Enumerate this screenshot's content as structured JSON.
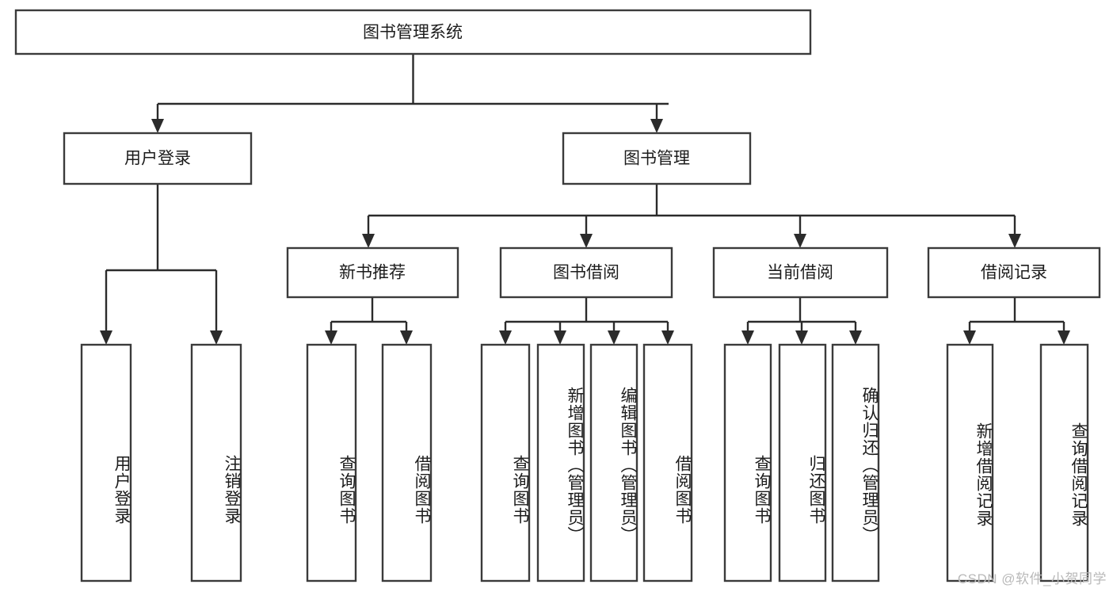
{
  "diagram": {
    "type": "hierarchy-tree",
    "title": "图书管理系统",
    "watermark": "CSDN @软件_小贺同学",
    "colors": {
      "box_stroke": "#3b3b3b",
      "connector": "#2b2b2b",
      "box_fill": "#ffffff",
      "text": "#1c1c1c",
      "watermark": "#b9b9b9",
      "background": "#ffffff"
    },
    "root": {
      "label": "图书管理系统"
    },
    "level2": [
      {
        "label": "用户登录"
      },
      {
        "label": "图书管理"
      }
    ],
    "level3": [
      {
        "label": "新书推荐"
      },
      {
        "label": "图书借阅"
      },
      {
        "label": "当前借阅"
      },
      {
        "label": "借阅记录"
      }
    ],
    "leaves": {
      "user_login": [
        {
          "label": "用户登录"
        },
        {
          "label": "注销登录"
        }
      ],
      "new_book_recommend": [
        {
          "label": "查询图书"
        },
        {
          "label": "借阅图书"
        }
      ],
      "book_borrow": [
        {
          "label": "查询图书"
        },
        {
          "label": "新增图书（管理员）"
        },
        {
          "label": "编辑图书（管理员）"
        },
        {
          "label": "借阅图书"
        }
      ],
      "current_borrow": [
        {
          "label": "查询图书"
        },
        {
          "label": "归还图书"
        },
        {
          "label": "确认归还（管理员）"
        }
      ],
      "borrow_record": [
        {
          "label": "新增借阅记录"
        },
        {
          "label": "查询借阅记录"
        }
      ]
    }
  }
}
